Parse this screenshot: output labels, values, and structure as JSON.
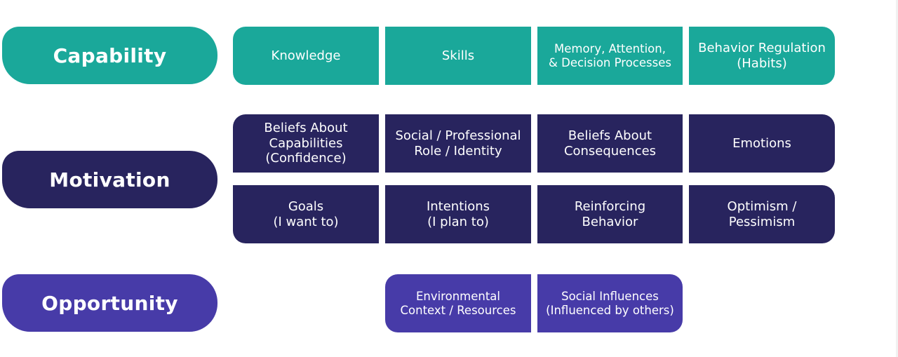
{
  "colors": {
    "capability": "#1aa89a",
    "motivation": "#28245e",
    "opportunity": "#473ba8"
  },
  "capability": {
    "label": "Capability",
    "items": [
      "Knowledge",
      "Skills",
      "Memory, Attention,\n& Decision Processes",
      "Behavior Regulation\n(Habits)"
    ]
  },
  "motivation": {
    "label": "Motivation",
    "row1": [
      "Beliefs About\nCapabilities\n(Confidence)",
      "Social / Professional\nRole / Identity",
      "Beliefs About\nConsequences",
      "Emotions"
    ],
    "row2": [
      "Goals\n(I want to)",
      "Intentions\n(I plan to)",
      "Reinforcing\nBehavior",
      "Optimism /\nPessimism"
    ]
  },
  "opportunity": {
    "label": "Opportunity",
    "items": [
      "Environmental\nContext / Resources",
      "Social Influences\n(Influenced by others)"
    ]
  }
}
